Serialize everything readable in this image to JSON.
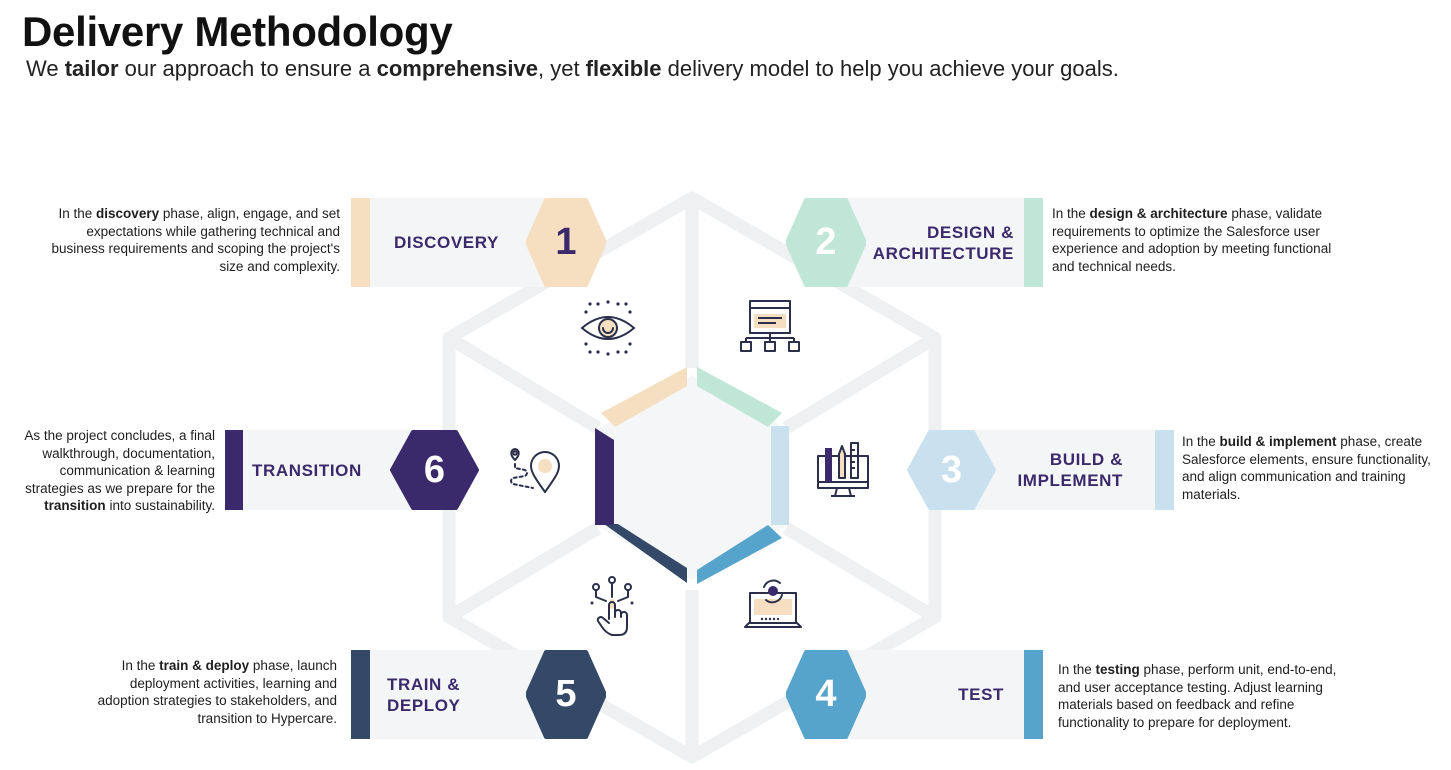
{
  "header": {
    "title": "Delivery Methodology",
    "subtitle_parts": [
      "We ",
      "tailor",
      " our approach to ensure a ",
      "comprehensive",
      ", yet ",
      "flexible",
      " delivery model to help you achieve your goals."
    ]
  },
  "colors": {
    "discovery": "#f5dfc0",
    "design": "#bfe6d6",
    "build": "#c9e1ef",
    "test": "#56a3cc",
    "train": "#344968",
    "transition": "#3a2a6b",
    "label_text": "#3b2a6b",
    "card_bg": "#f3f5f7",
    "backdrop_hex": "#eff1f2"
  },
  "phases": [
    {
      "number": "1",
      "label_lines": [
        "DISCOVERY"
      ],
      "icon": "eye-icon",
      "desc_parts": [
        "In the ",
        "discovery",
        " phase, align, engage, and set expectations while gathering technical and business requirements and scoping the project's size and complexity."
      ]
    },
    {
      "number": "2",
      "label_lines": [
        "DESIGN &",
        "ARCHITECTURE"
      ],
      "icon": "sitemap-icon",
      "desc_parts": [
        "In the ",
        "design & architecture",
        " phase, validate requirements to optimize the Salesforce user experience and adoption by meeting functional and technical needs."
      ]
    },
    {
      "number": "3",
      "label_lines": [
        "BUILD &",
        "IMPLEMENT"
      ],
      "icon": "monitor-tools-icon",
      "desc_parts": [
        "In the ",
        "build & implement",
        " phase, create Salesforce elements, ensure functionality, and align communication and training materials."
      ]
    },
    {
      "number": "4",
      "label_lines": [
        "TEST"
      ],
      "icon": "laptop-refresh-icon",
      "desc_parts": [
        "In the ",
        "testing",
        " phase, perform unit, end-to-end, and user acceptance testing. Adjust learning materials based on feedback and refine functionality to prepare for deployment."
      ]
    },
    {
      "number": "5",
      "label_lines": [
        "TRAIN &",
        "DEPLOY"
      ],
      "icon": "hand-tap-icon",
      "desc_parts": [
        "In the ",
        "train & deploy",
        " phase, launch deployment activities, learning and adoption strategies to stakeholders, and transition to Hypercare."
      ]
    },
    {
      "number": "6",
      "label_lines": [
        "TRANSITION"
      ],
      "icon": "map-route-icon",
      "desc_parts": [
        "As the project concludes, a final walkthrough, documentation, communication & learning strategies as we prepare for the ",
        "transition",
        " into sustainability."
      ]
    }
  ]
}
